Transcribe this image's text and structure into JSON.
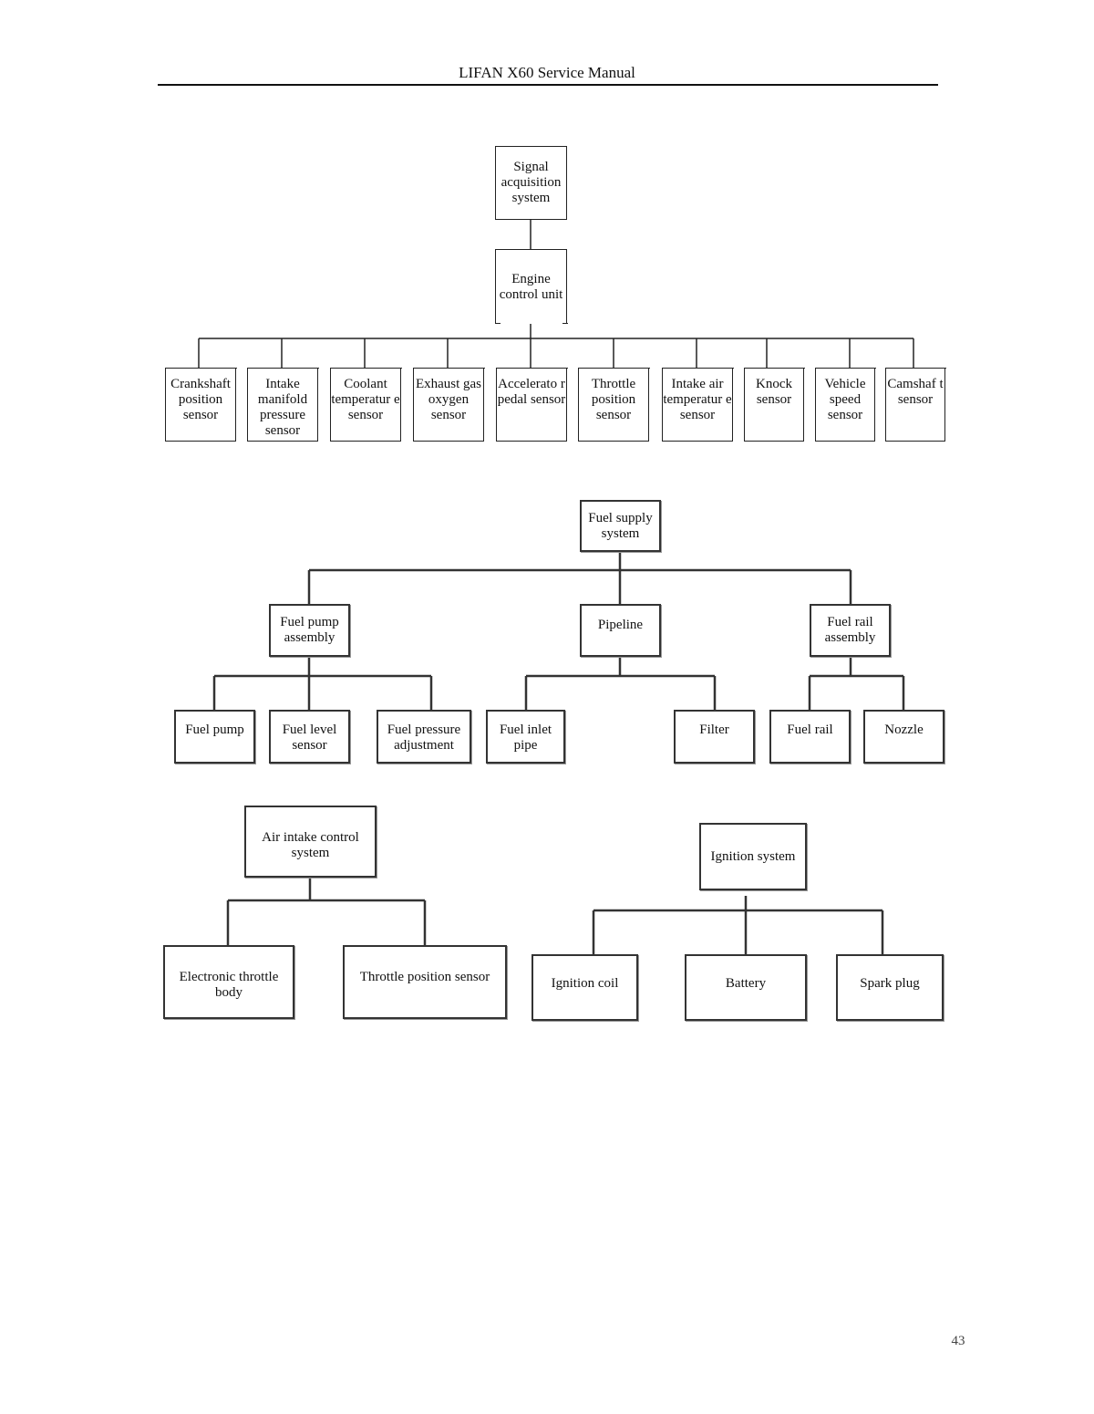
{
  "header": {
    "title": "LIFAN X60 Service Manual"
  },
  "page_number": "43",
  "signal": {
    "root": "Signal acquisition system",
    "ecu": "Engine control unit",
    "sensors": [
      "Crankshaft position sensor",
      "Intake manifold pressure sensor",
      "Coolant temperatur e sensor",
      "Exhaust gas oxygen sensor",
      "Accelerato r pedal sensor",
      "Throttle position sensor",
      "Intake air temperatur e sensor",
      "Knock sensor",
      "Vehicle speed sensor",
      "Camshaf t sensor"
    ]
  },
  "fuel": {
    "root": "Fuel supply system",
    "groups": [
      {
        "label": "Fuel pump assembly",
        "children": [
          "Fuel pump",
          "Fuel level sensor",
          "Fuel pressure adjustment"
        ]
      },
      {
        "label": "Pipeline",
        "children": [
          "Fuel inlet pipe",
          "Filter"
        ]
      },
      {
        "label": "Fuel rail assembly",
        "children": [
          "Fuel rail",
          "Nozzle"
        ]
      }
    ]
  },
  "air": {
    "root": "Air intake control system",
    "children": [
      "Electronic throttle body",
      "Throttle position sensor"
    ]
  },
  "ignition": {
    "root": "Ignition system",
    "children": [
      "Ignition coil",
      "Battery",
      "Spark plug"
    ]
  }
}
